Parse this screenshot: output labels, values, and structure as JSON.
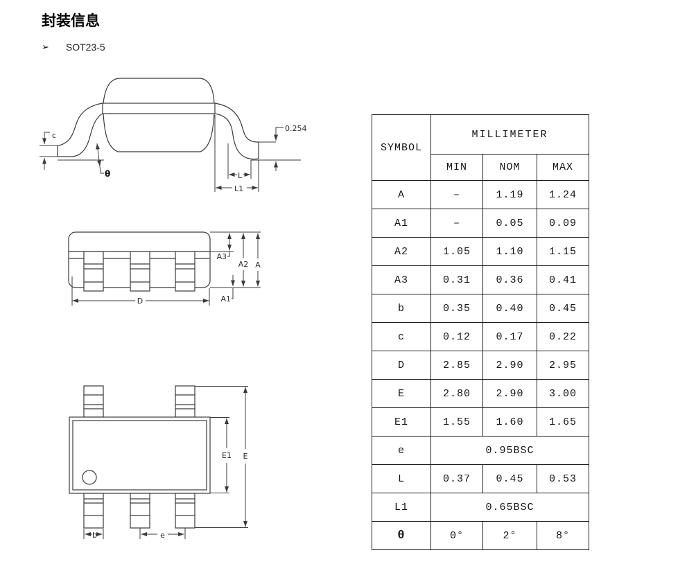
{
  "page": {
    "title": "封装信息",
    "bullet_icon": "➢",
    "package_name": "SOT23-5"
  },
  "table": {
    "header": {
      "symbol": "SYMBOL",
      "unit_group": "MILLIMETER",
      "min": "MIN",
      "nom": "NOM",
      "max": "MAX"
    },
    "rows": [
      {
        "symbol": "A",
        "min": "–",
        "nom": "1.19",
        "max": "1.24"
      },
      {
        "symbol": "A1",
        "min": "–",
        "nom": "0.05",
        "max": "0.09"
      },
      {
        "symbol": "A2",
        "min": "1.05",
        "nom": "1.10",
        "max": "1.15"
      },
      {
        "symbol": "A3",
        "min": "0.31",
        "nom": "0.36",
        "max": "0.41"
      },
      {
        "symbol": "b",
        "min": "0.35",
        "nom": "0.40",
        "max": "0.45"
      },
      {
        "symbol": "c",
        "min": "0.12",
        "nom": "0.17",
        "max": "0.22"
      },
      {
        "symbol": "D",
        "min": "2.85",
        "nom": "2.90",
        "max": "2.95"
      },
      {
        "symbol": "E",
        "min": "2.80",
        "nom": "2.90",
        "max": "3.00"
      },
      {
        "symbol": "E1",
        "min": "1.55",
        "nom": "1.60",
        "max": "1.65"
      },
      {
        "symbol": "e",
        "span": "0.95BSC"
      },
      {
        "symbol": "L",
        "min": "0.37",
        "nom": "0.45",
        "max": "0.53"
      },
      {
        "symbol": "L1",
        "span": "0.65BSC"
      },
      {
        "symbol": "θ",
        "min": "0°",
        "nom": "2°",
        "max": "8°"
      }
    ]
  },
  "figures": {
    "side_view": {
      "c": "c",
      "theta": "θ",
      "standoff": "0.254",
      "L": "L",
      "L1": "L1"
    },
    "front_view": {
      "A3": "A3",
      "A2": "A2",
      "A": "A",
      "A1": "A1",
      "D": "D"
    },
    "top_view": {
      "E1": "E1",
      "E": "E",
      "b": "b",
      "e": "e"
    }
  },
  "colors": {
    "background": "#ffffff",
    "line": "#3a3a3a",
    "text": "#1a1a1a",
    "table_border": "#1c1c1c"
  }
}
